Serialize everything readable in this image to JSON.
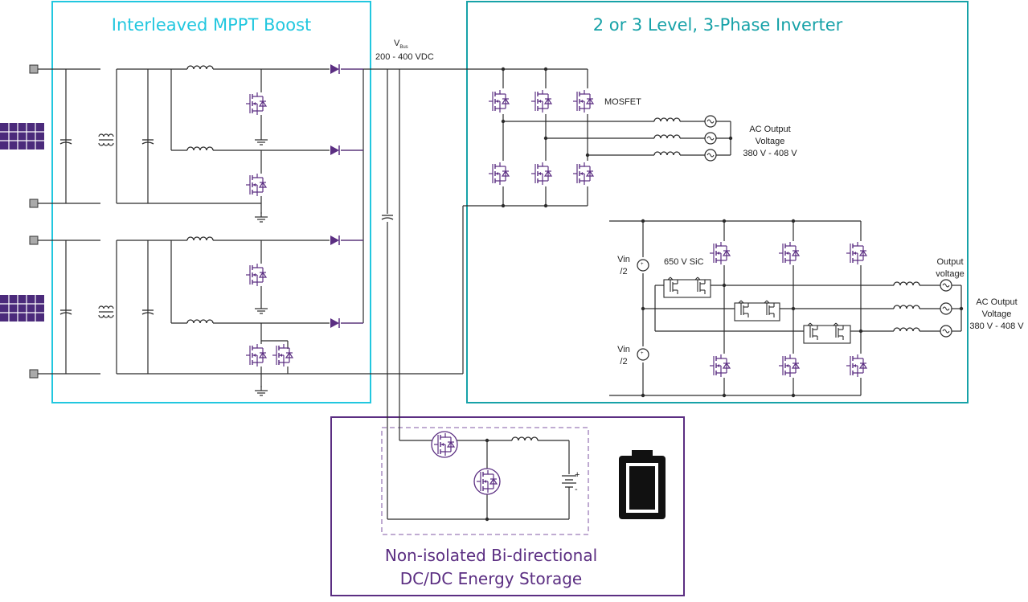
{
  "blocks": {
    "mppt": {
      "title": "Interleaved MPPT Boost",
      "color": "#22c7df"
    },
    "inverter": {
      "title": "2 or 3 Level, 3-Phase Inverter",
      "color": "#17a2a8"
    },
    "storage": {
      "title_line1": "Non-isolated Bi-directional",
      "title_line2": "DC/DC Energy Storage",
      "color": "#5b2e82"
    }
  },
  "bus": {
    "v_label": "V",
    "v_sub": "Bus",
    "range": "200 - 400 VDC"
  },
  "inverter_labels": {
    "mosfet": "MOSFET",
    "ac_output_1": "AC Output",
    "ac_output_2": "Voltage",
    "ac_output_3": "380 V - 408 V"
  },
  "three_level_labels": {
    "sic": "650 V SiC",
    "vin_top_1": "Vin",
    "vin_top_2": "/2",
    "vin_bot_1": "Vin",
    "vin_bot_2": "/2",
    "output_1": "Output",
    "output_2": "voltage",
    "ac_1": "AC Output",
    "ac_2": "Voltage",
    "ac_3": "380 V - 408 V"
  },
  "storage_labels": {
    "plus": "+",
    "minus": "-"
  },
  "colors": {
    "wire": "#2b2b2b",
    "component": "#5b2e82",
    "solar": "#4b2a7b",
    "battery": "#111111"
  }
}
